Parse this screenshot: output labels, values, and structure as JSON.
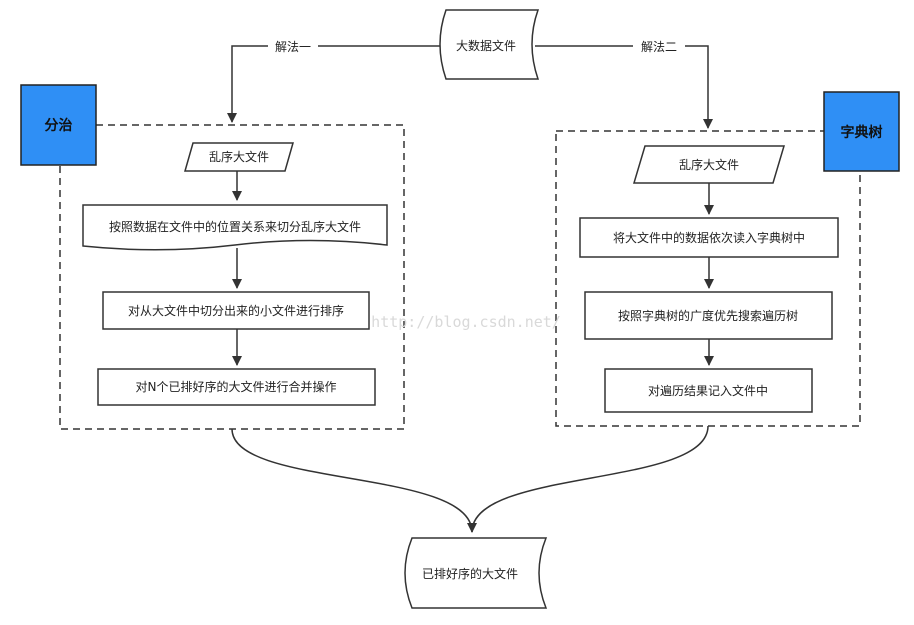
{
  "source": "大数据文件",
  "method1": {
    "edge_label": "解法一",
    "badge": "分治",
    "steps": [
      "乱序大文件",
      "按照数据在文件中的位置关系来切分乱序大文件",
      "对从大文件中切分出来的小文件进行排序",
      "对N个已排好序的大文件进行合并操作"
    ]
  },
  "method2": {
    "edge_label": "解法二",
    "badge": "字典树",
    "steps": [
      "乱序大文件",
      "将大文件中的数据依次读入字典树中",
      "按照字典树的广度优先搜索遍历树",
      "对遍历结果记入文件中"
    ]
  },
  "result": "已排好序的大文件",
  "watermark": "http://blog.csdn.net/",
  "colors": {
    "badge_fill": "#2f8ff5",
    "line": "#333333"
  }
}
